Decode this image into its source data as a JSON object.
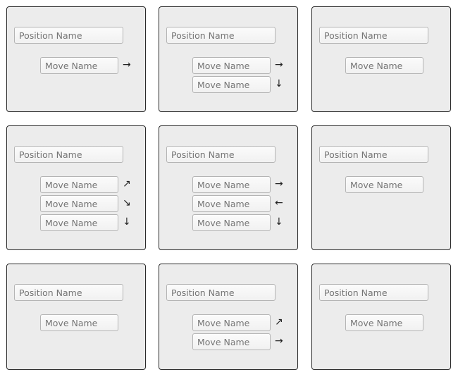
{
  "cards": [
    {
      "position_placeholder": "Position Name",
      "moves": [
        {
          "placeholder": "Move Name",
          "arrow": "→"
        }
      ]
    },
    {
      "position_placeholder": "Position Name",
      "moves": [
        {
          "placeholder": "Move Name",
          "arrow": "→"
        },
        {
          "placeholder": "Move Name",
          "arrow": "↓"
        }
      ]
    },
    {
      "position_placeholder": "Position Name",
      "moves": [
        {
          "placeholder": "Move Name",
          "arrow": ""
        }
      ]
    },
    {
      "position_placeholder": "Position Name",
      "moves": [
        {
          "placeholder": "Move Name",
          "arrow": "↗"
        },
        {
          "placeholder": "Move Name",
          "arrow": "↘"
        },
        {
          "placeholder": "Move Name",
          "arrow": "↓"
        }
      ]
    },
    {
      "position_placeholder": "Position Name",
      "moves": [
        {
          "placeholder": "Move Name",
          "arrow": "→"
        },
        {
          "placeholder": "Move Name",
          "arrow": "←"
        },
        {
          "placeholder": "Move Name",
          "arrow": "↓"
        }
      ]
    },
    {
      "position_placeholder": "Position Name",
      "moves": [
        {
          "placeholder": "Move Name",
          "arrow": ""
        }
      ]
    },
    {
      "position_placeholder": "Position Name",
      "moves": [
        {
          "placeholder": "Move Name",
          "arrow": ""
        }
      ]
    },
    {
      "position_placeholder": "Position Name",
      "moves": [
        {
          "placeholder": "Move Name",
          "arrow": "↗"
        },
        {
          "placeholder": "Move Name",
          "arrow": "→"
        }
      ]
    },
    {
      "position_placeholder": "Position Name",
      "moves": [
        {
          "placeholder": "Move Name",
          "arrow": ""
        }
      ]
    }
  ]
}
